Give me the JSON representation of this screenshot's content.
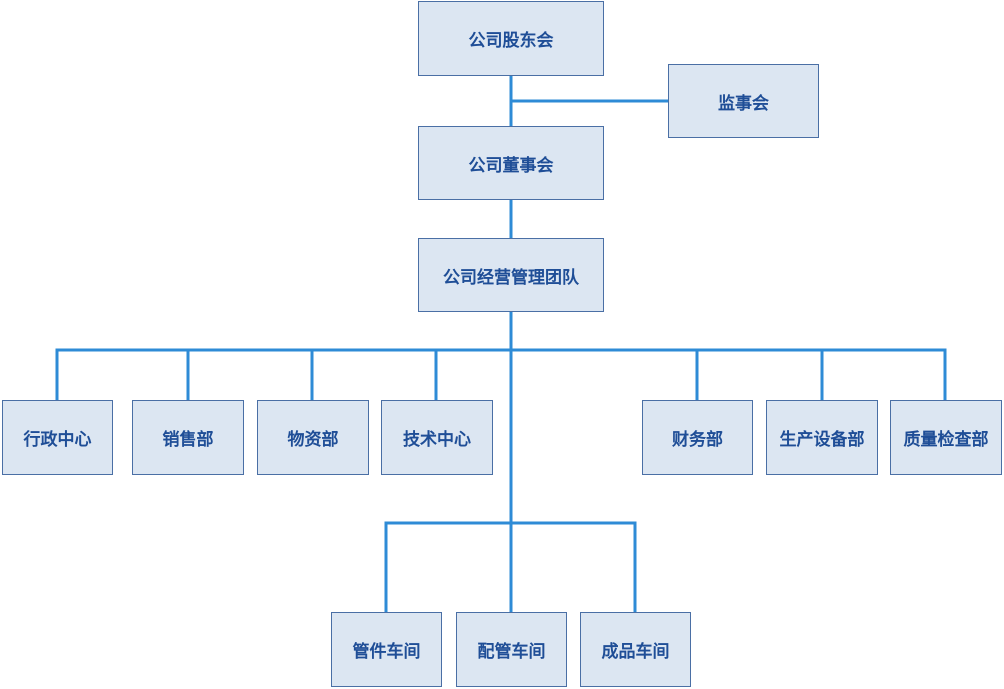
{
  "colors": {
    "box_fill": "#dce6f2",
    "box_border": "#4a6fa5",
    "text": "#1f4e97",
    "connector": "#2e8bd6"
  },
  "nodes": {
    "shareholders": "公司股东会",
    "supervisors": "监事会",
    "board": "公司董事会",
    "management": "公司经营管理团队",
    "admin_center": "行政中心",
    "sales": "销售部",
    "materials": "物资部",
    "tech_center": "技术中心",
    "finance": "财务部",
    "production_equipment": "生产设备部",
    "quality_inspection": "质量检查部",
    "pipe_workshop": "管件车间",
    "piping_workshop": "配管车间",
    "finished_workshop": "成品车间"
  }
}
